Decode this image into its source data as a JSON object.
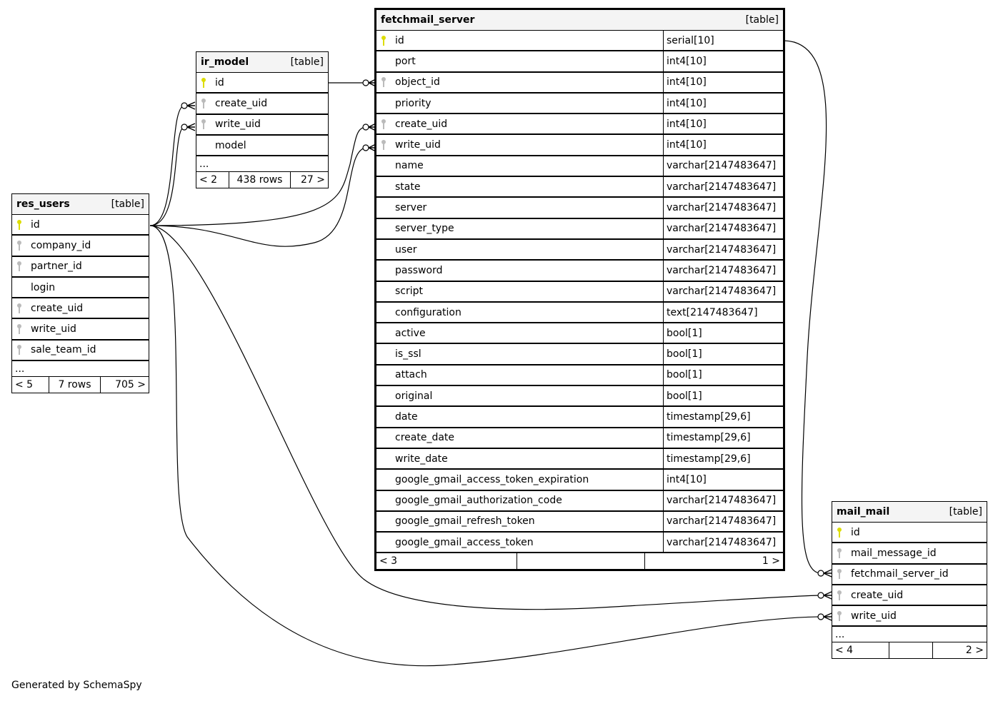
{
  "footer": "Generated by SchemaSpy",
  "colors": {
    "pk_key": "#dddd00",
    "fk_key": "#bbbbbb",
    "header_bg": "#f4f4f4",
    "line": "#000000"
  },
  "tables": {
    "ir_model": {
      "name": "ir_model",
      "type": "[table]",
      "columns": [
        {
          "name": "id",
          "key": "primary"
        },
        {
          "name": "create_uid",
          "key": "foreign"
        },
        {
          "name": "write_uid",
          "key": "foreign"
        },
        {
          "name": "model",
          "key": "none"
        }
      ],
      "more": "...",
      "footer": {
        "parents": "< 2",
        "rows": "438 rows",
        "children": "27 >"
      }
    },
    "res_users": {
      "name": "res_users",
      "type": "[table]",
      "columns": [
        {
          "name": "id",
          "key": "primary"
        },
        {
          "name": "company_id",
          "key": "foreign"
        },
        {
          "name": "partner_id",
          "key": "foreign"
        },
        {
          "name": "login",
          "key": "none"
        },
        {
          "name": "create_uid",
          "key": "foreign"
        },
        {
          "name": "write_uid",
          "key": "foreign"
        },
        {
          "name": "sale_team_id",
          "key": "foreign"
        }
      ],
      "more": "...",
      "footer": {
        "parents": "< 5",
        "rows": "7 rows",
        "children": "705 >"
      }
    },
    "fetchmail_server": {
      "name": "fetchmail_server",
      "type": "[table]",
      "columns": [
        {
          "name": "id",
          "type": "serial[10]",
          "key": "primary"
        },
        {
          "name": "port",
          "type": "int4[10]",
          "key": "none"
        },
        {
          "name": "object_id",
          "type": "int4[10]",
          "key": "foreign"
        },
        {
          "name": "priority",
          "type": "int4[10]",
          "key": "none"
        },
        {
          "name": "create_uid",
          "type": "int4[10]",
          "key": "foreign"
        },
        {
          "name": "write_uid",
          "type": "int4[10]",
          "key": "foreign"
        },
        {
          "name": "name",
          "type": "varchar[2147483647]",
          "key": "none"
        },
        {
          "name": "state",
          "type": "varchar[2147483647]",
          "key": "none"
        },
        {
          "name": "server",
          "type": "varchar[2147483647]",
          "key": "none"
        },
        {
          "name": "server_type",
          "type": "varchar[2147483647]",
          "key": "none"
        },
        {
          "name": "user",
          "type": "varchar[2147483647]",
          "key": "none"
        },
        {
          "name": "password",
          "type": "varchar[2147483647]",
          "key": "none"
        },
        {
          "name": "script",
          "type": "varchar[2147483647]",
          "key": "none"
        },
        {
          "name": "configuration",
          "type": "text[2147483647]",
          "key": "none"
        },
        {
          "name": "active",
          "type": "bool[1]",
          "key": "none"
        },
        {
          "name": "is_ssl",
          "type": "bool[1]",
          "key": "none"
        },
        {
          "name": "attach",
          "type": "bool[1]",
          "key": "none"
        },
        {
          "name": "original",
          "type": "bool[1]",
          "key": "none"
        },
        {
          "name": "date",
          "type": "timestamp[29,6]",
          "key": "none"
        },
        {
          "name": "create_date",
          "type": "timestamp[29,6]",
          "key": "none"
        },
        {
          "name": "write_date",
          "type": "timestamp[29,6]",
          "key": "none"
        },
        {
          "name": "google_gmail_access_token_expiration",
          "type": "int4[10]",
          "key": "none"
        },
        {
          "name": "google_gmail_authorization_code",
          "type": "varchar[2147483647]",
          "key": "none"
        },
        {
          "name": "google_gmail_refresh_token",
          "type": "varchar[2147483647]",
          "key": "none"
        },
        {
          "name": "google_gmail_access_token",
          "type": "varchar[2147483647]",
          "key": "none"
        }
      ],
      "footer": {
        "parents": "< 3",
        "rows": "",
        "children": "1 >"
      }
    },
    "mail_mail": {
      "name": "mail_mail",
      "type": "[table]",
      "columns": [
        {
          "name": "id",
          "key": "primary"
        },
        {
          "name": "mail_message_id",
          "key": "foreign"
        },
        {
          "name": "fetchmail_server_id",
          "key": "foreign"
        },
        {
          "name": "create_uid",
          "key": "foreign"
        },
        {
          "name": "write_uid",
          "key": "foreign"
        }
      ],
      "more": "...",
      "footer": {
        "parents": "< 4",
        "rows": "",
        "children": "2 >"
      }
    }
  },
  "relationships": [
    {
      "from": "ir_model.id",
      "to": "fetchmail_server.object_id"
    },
    {
      "from": "res_users.id",
      "to": "ir_model.create_uid"
    },
    {
      "from": "res_users.id",
      "to": "ir_model.write_uid"
    },
    {
      "from": "res_users.id",
      "to": "fetchmail_server.create_uid"
    },
    {
      "from": "res_users.id",
      "to": "fetchmail_server.write_uid"
    },
    {
      "from": "res_users.id",
      "to": "mail_mail.create_uid"
    },
    {
      "from": "res_users.id",
      "to": "mail_mail.write_uid"
    },
    {
      "from": "fetchmail_server.id",
      "to": "mail_mail.fetchmail_server_id"
    }
  ]
}
